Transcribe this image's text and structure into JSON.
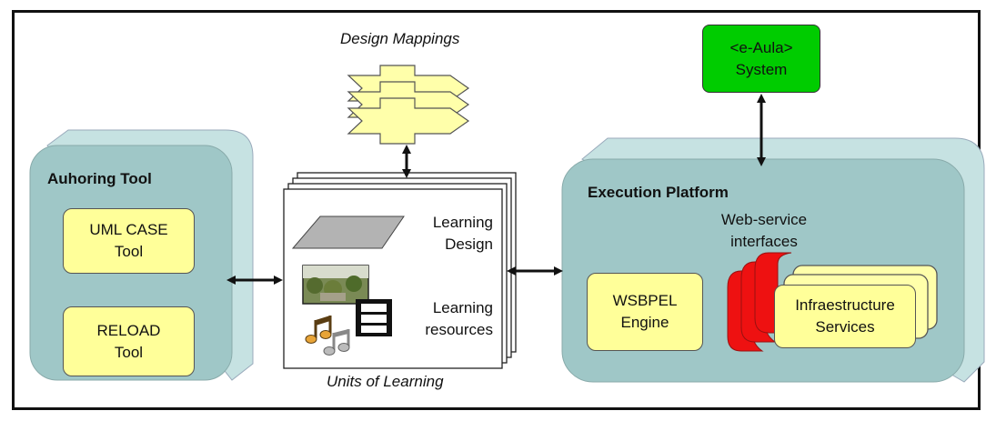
{
  "diagram": {
    "authoring": {
      "title": "Auhoring Tool",
      "uml_tool": "UML CASE\nTool",
      "reload_tool": "RELOAD\nTool"
    },
    "center": {
      "design_mappings": "Design Mappings",
      "learning_design": "Learning\nDesign",
      "learning_resources": "Learning\nresources",
      "units_of_learning": "Units of Learning"
    },
    "execution": {
      "title": "Execution Platform",
      "web_service": "Web-service\ninterfaces",
      "wsbpel": "WSBPEL\nEngine",
      "infrastructure": "Infraestructure\nServices"
    },
    "eaula": "<e-Aula>\nSystem"
  },
  "colors": {
    "panel_fill": "#9fc7c7",
    "panel_side": "#c6e2e2",
    "box_fill": "#ffff99",
    "eaula_fill": "#00cc00",
    "red": "#ee1111"
  }
}
